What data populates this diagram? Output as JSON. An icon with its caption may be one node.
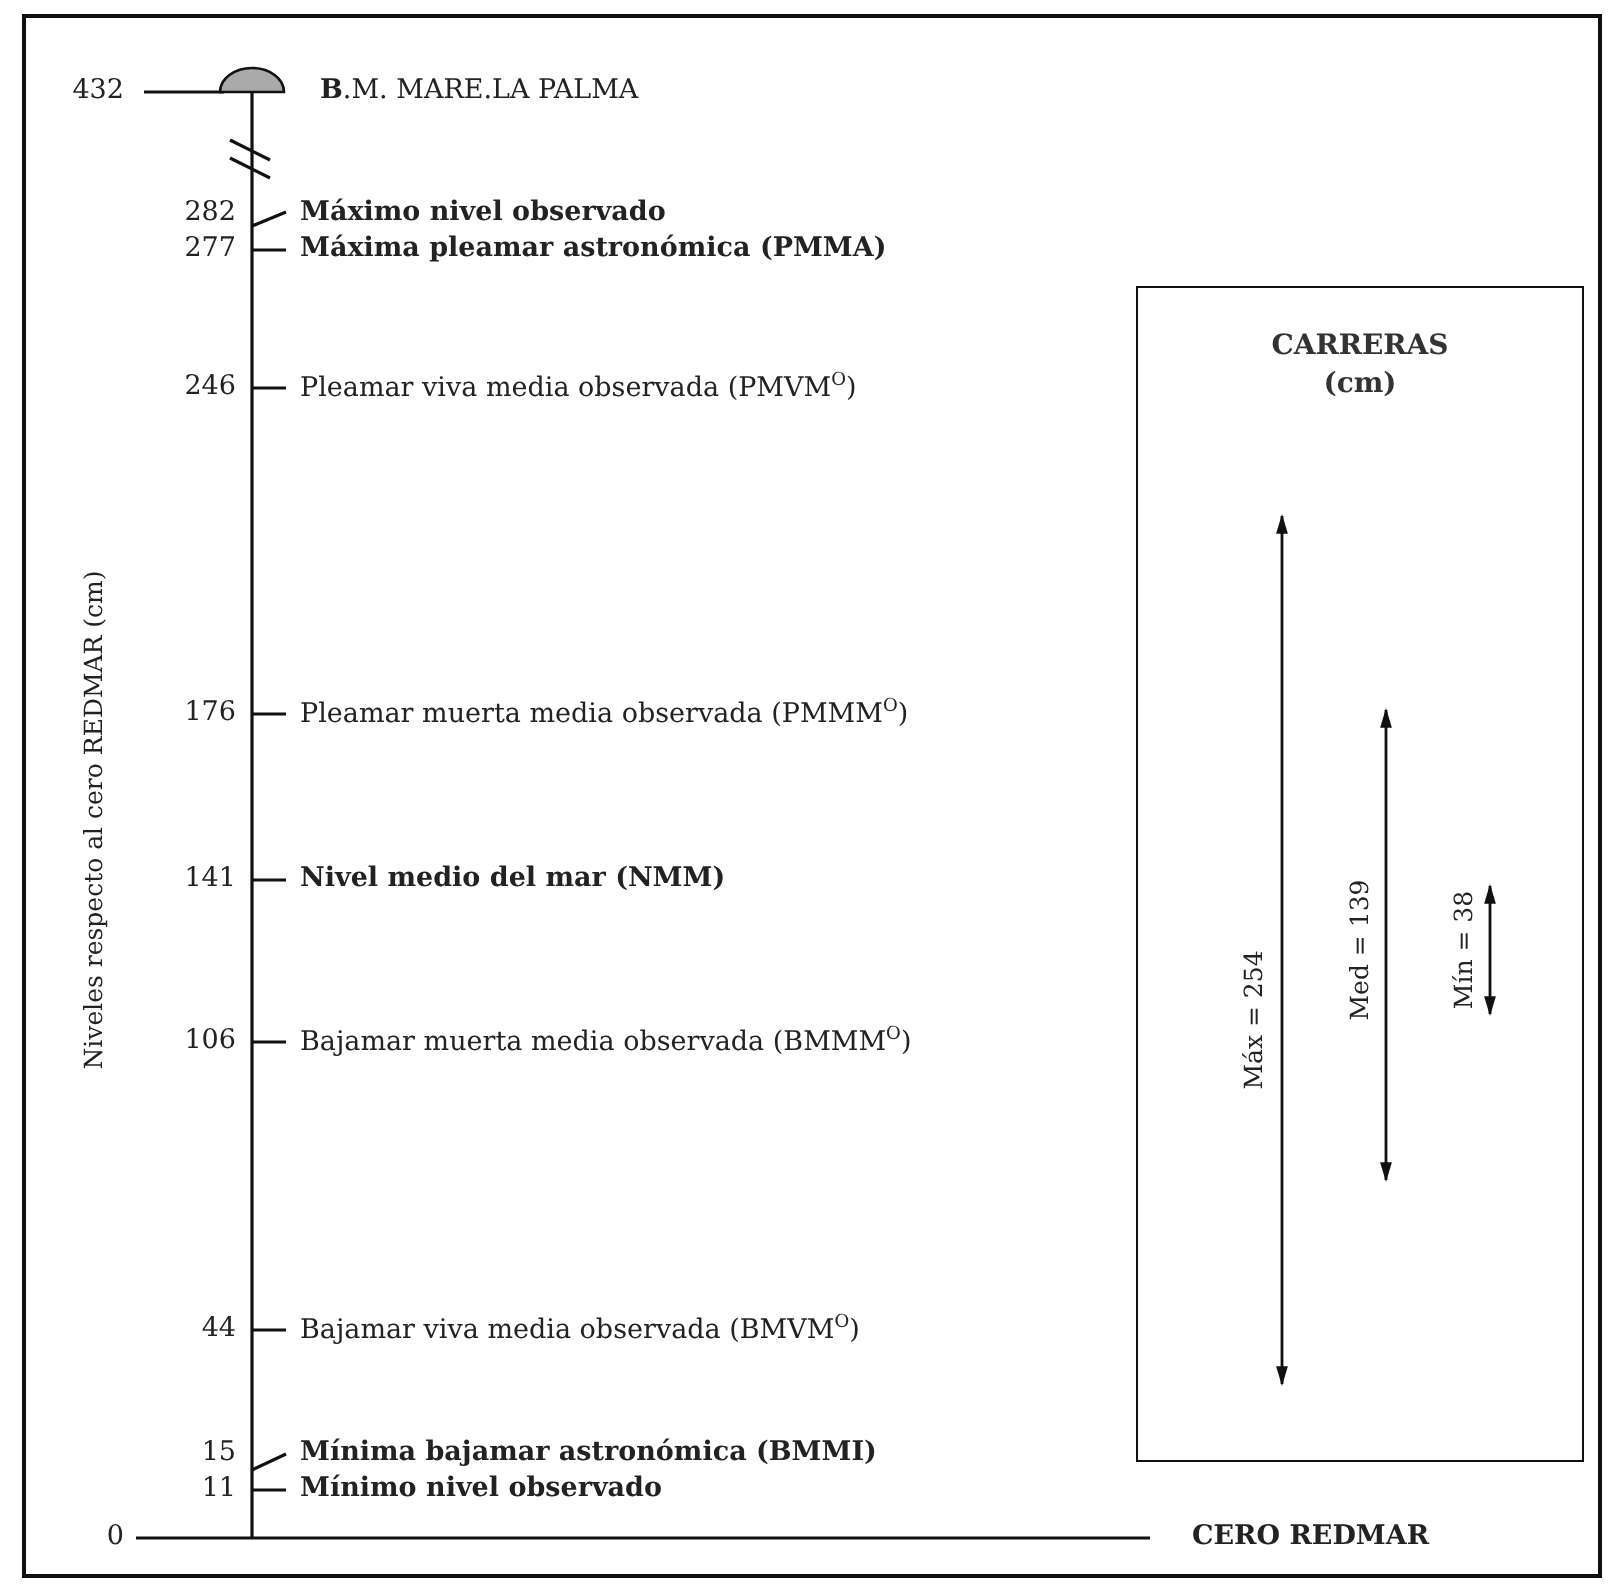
{
  "diagram": {
    "nodes": [
      {
        "text": [
          "CARRERAS (cm)"
        ]
      }
    ],
    "labels": [
      "432",
      "**B**.M. MARE.LA PALMA",
      "282",
      "Máximo nivel observado",
      "277",
      "Máxima pleamar astronómica (PMMA)",
      "246",
      "Pleamar viva media observada (PMVM$^{O}$)",
      "176",
      "Pleamar muerta media observada (PMMM$^{O}$)",
      "141",
      "Nivel medio del mar (NMM)",
      "106",
      "Bajamar muerta media observada (BMMM$^{O}$)",
      "44",
      "Bajamar viva media observada (BMVM$^{O}$)",
      "15",
      "Mínima bajamar astronómica (BMMI)",
      "11",
      "Mínimo nivel observado",
      "0",
      "CERO REDMAR",
      "Niveles respecto al cero REDMAR (cm)",
      "Máx = 254",
      "Med = 139",
      "Mín = 38"
    ]
  }
}
